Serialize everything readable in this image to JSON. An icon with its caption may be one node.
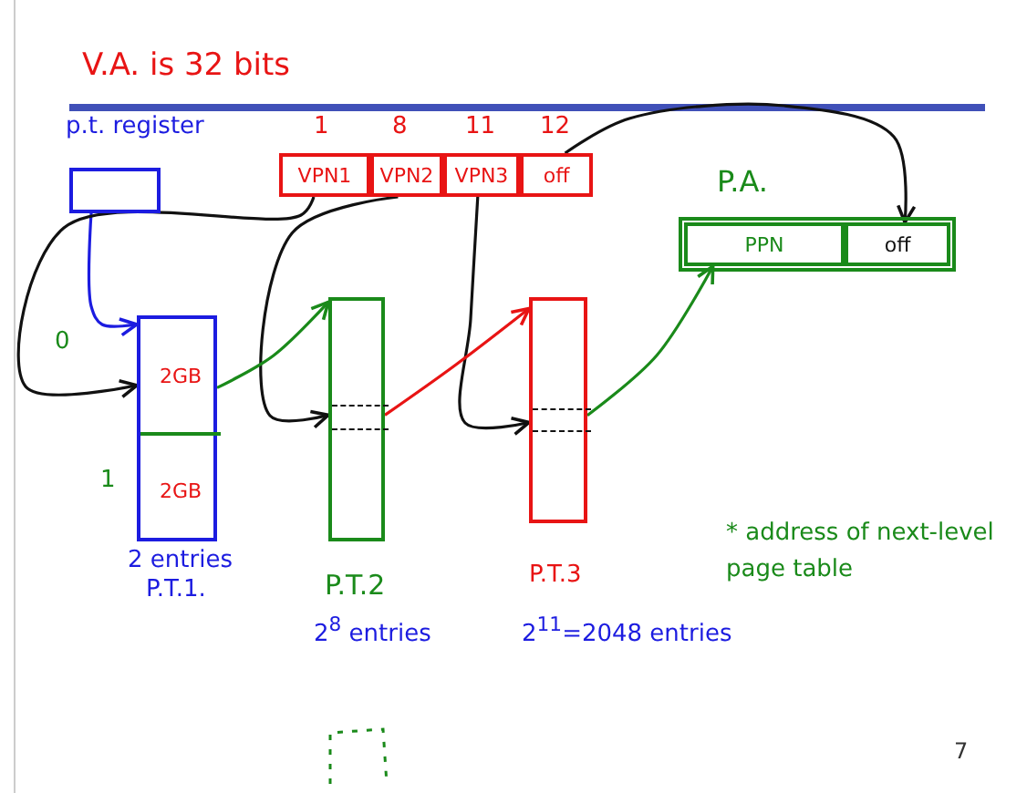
{
  "diagram": {
    "title": "V.A. is 32 bits",
    "nodes": [
      {
        "text": [],
        "shape": "box",
        "beside": [
          "p.t. register"
        ]
      },
      {
        "text": [
          "VPN1"
        ],
        "beside": [
          "1"
        ]
      },
      {
        "text": [
          "VPN2"
        ],
        "beside": [
          "8"
        ]
      },
      {
        "text": [
          "VPN3"
        ],
        "beside": [
          "11"
        ]
      },
      {
        "text": [
          "off"
        ],
        "beside": [
          "12"
        ]
      },
      {
        "text": [
          "P.A."
        ]
      },
      {
        "text": [
          "PPN"
        ],
        "in": 5
      },
      {
        "text": [
          "off"
        ],
        "in": 5
      },
      {
        "text": [],
        "shape": "box",
        "beside": [
          "2 entries",
          "P.T.1."
        ]
      },
      {
        "text": [
          "2GB"
        ],
        "in": 8,
        "beside": [
          "0"
        ]
      },
      {
        "text": [
          "2GB"
        ],
        "in": 8,
        "beside": [
          "1"
        ]
      },
      {
        "text": [],
        "shape": "box",
        "beside": [
          "P.T.2",
          "2$^{8}$ entries"
        ]
      },
      {
        "text": [],
        "shape": "box",
        "in": 11
      },
      {
        "text": [],
        "shape": "box",
        "beside": [
          "P.T.3",
          "2$^{11}$=2048 entries"
        ]
      },
      {
        "text": [],
        "shape": "box",
        "in": 13
      }
    ],
    "edges": [
      {
        "from": 0,
        "to": 8,
        "arrow": "to",
        "color": "#1c1ce0"
      },
      {
        "from": 1,
        "to": 9,
        "arrow": "to"
      },
      {
        "from": 2,
        "to": 12,
        "arrow": "to"
      },
      {
        "from": 3,
        "to": 14,
        "arrow": "to"
      },
      {
        "from": 4,
        "to": 7,
        "arrow": "to"
      },
      {
        "from": 9,
        "to": 11,
        "arrow": "to",
        "color": "#1a8a1a"
      },
      {
        "from": 12,
        "to": 13,
        "arrow": "to",
        "color": "#e81414"
      },
      {
        "from": 14,
        "to": 6,
        "arrow": "to",
        "color": "#1a8a1a"
      }
    ],
    "labels": [
      "* address of next-level page table",
      "7"
    ]
  }
}
